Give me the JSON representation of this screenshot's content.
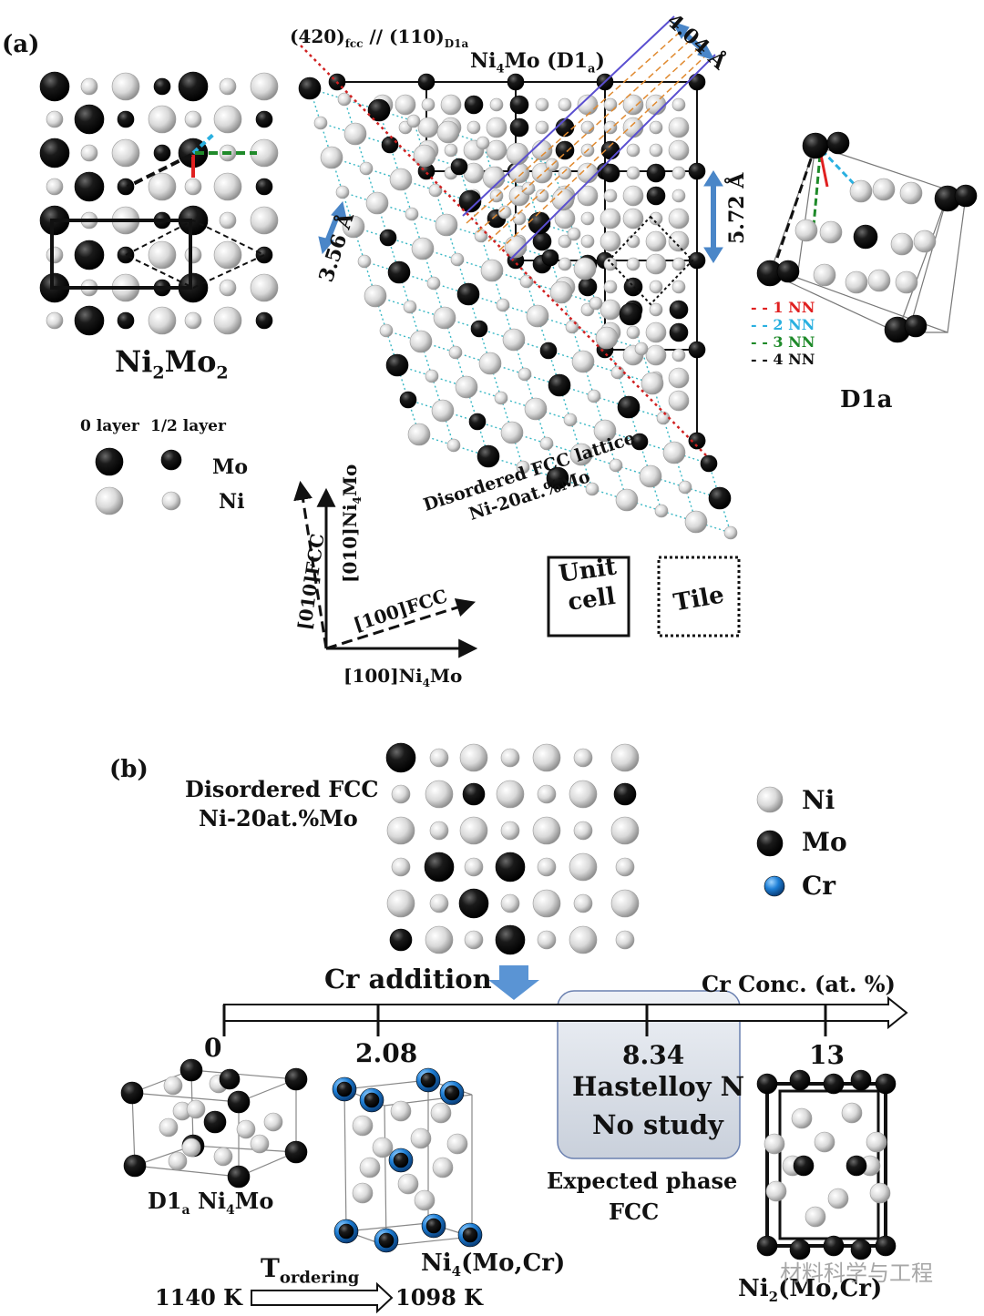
{
  "panel_a": {
    "label": "(a)",
    "ni2mo2_title_main": "Ni",
    "ni2mo2_title_sub1": "2",
    "ni2mo2_title_main2": "Mo",
    "ni2mo2_title_sub2": "2",
    "plane_label_a": "(420)",
    "plane_label_a_sub": "fcc",
    "plane_label_b": " // (110)",
    "plane_label_b_sub": "D1a",
    "ni4mo_title": "Ni",
    "ni4mo_title_sub": "4",
    "ni4mo_title_rest": "Mo (D1",
    "ni4mo_title_sub2": "a",
    "ni4mo_title_end": ")",
    "dist_404": "4.04 Å",
    "dist_572": "5.72 Å",
    "dist_356": "3.56 Å",
    "disordered_line1": "Disordered FCC lattice",
    "disordered_line2": "Ni-20at.%Mo",
    "legend_layer0": "0 layer",
    "legend_layer_half": "1/2 layer",
    "legend_mo": "Mo",
    "legend_ni": "Ni",
    "axis_010_ni4mo_pre": "[010]Ni",
    "axis_010_ni4mo_sub": "4",
    "axis_010_ni4mo_post": "Mo",
    "axis_010_fcc": "[010]FCC",
    "axis_100_fcc": "[100]FCC",
    "axis_100_ni4mo_pre": "[100]Ni",
    "axis_100_ni4mo_sub": "4",
    "axis_100_ni4mo_post": "Mo",
    "unit_cell_line1": "Unit",
    "unit_cell_line2": "cell",
    "tile_label": "Tile",
    "nn_legend": [
      "1 NN",
      "2 NN",
      "3 NN",
      "4 NN"
    ],
    "nn_colors": [
      "#e02020",
      "#2ab0e0",
      "#1f8a2a",
      "#111111"
    ],
    "d1a_label": "D1a"
  },
  "panel_b": {
    "label": "(b)",
    "disordered_line1": "Disordered FCC",
    "disordered_line2": "Ni-20at.%Mo",
    "legend": [
      {
        "name": "Ni",
        "color": "#d8d8d8"
      },
      {
        "name": "Mo",
        "color": "#111111"
      },
      {
        "name": "Cr",
        "color": "#1e7fd6"
      }
    ],
    "cr_addition": "Cr addition",
    "axis_title": "Cr Conc. (at. %)",
    "ticks": [
      "0",
      "2.08",
      "8.34",
      "13"
    ],
    "hastelloy_line1": "Hastelloy N",
    "hastelloy_line2": "No study",
    "expected_line1": "Expected phase",
    "expected_line2": "FCC",
    "phase1_pre": "D1",
    "phase1_sub": "a",
    "phase1_post": " Ni",
    "phase1_sub2": "4",
    "phase1_end": "Mo",
    "phase2_pre": "Ni",
    "phase2_sub": "4",
    "phase2_post": "(Mo,Cr)",
    "phase3_pre": "Ni",
    "phase3_sub": "2",
    "phase3_post": "(Mo,Cr)",
    "t_ordering_main": "T",
    "t_ordering_sub": "ordering",
    "temp_left": "1140 K",
    "temp_right": "1098 K",
    "watermark": "材料科学与工程"
  }
}
